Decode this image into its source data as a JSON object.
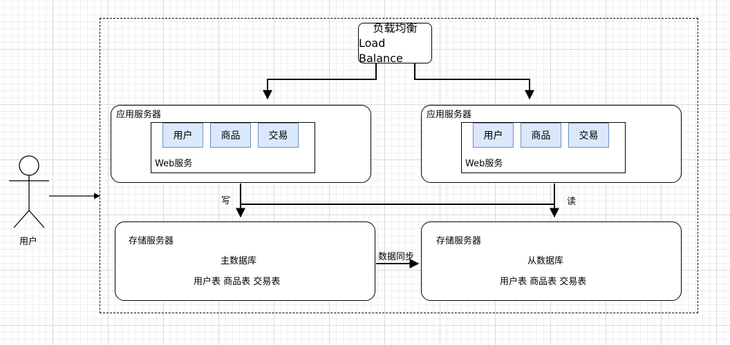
{
  "load_balancer": {
    "title": "负载均衡",
    "subtitle": "Load Balance"
  },
  "app_servers": [
    {
      "label": "应用服务器",
      "web_label": "Web服务",
      "modules": [
        "用户",
        "商品",
        "交易"
      ]
    },
    {
      "label": "应用服务器",
      "web_label": "Web服务",
      "modules": [
        "用户",
        "商品",
        "交易"
      ]
    }
  ],
  "storage_servers": [
    {
      "label": "存储服务器",
      "db_name": "主数据库",
      "tables": "用户表  商品表  交易表"
    },
    {
      "label": "存储服务器",
      "db_name": "从数据库",
      "tables": "用户表  商品表  交易表"
    }
  ],
  "edges": {
    "write": "写",
    "read": "读",
    "sync": "数据同步"
  },
  "actor": {
    "label": "用户"
  }
}
